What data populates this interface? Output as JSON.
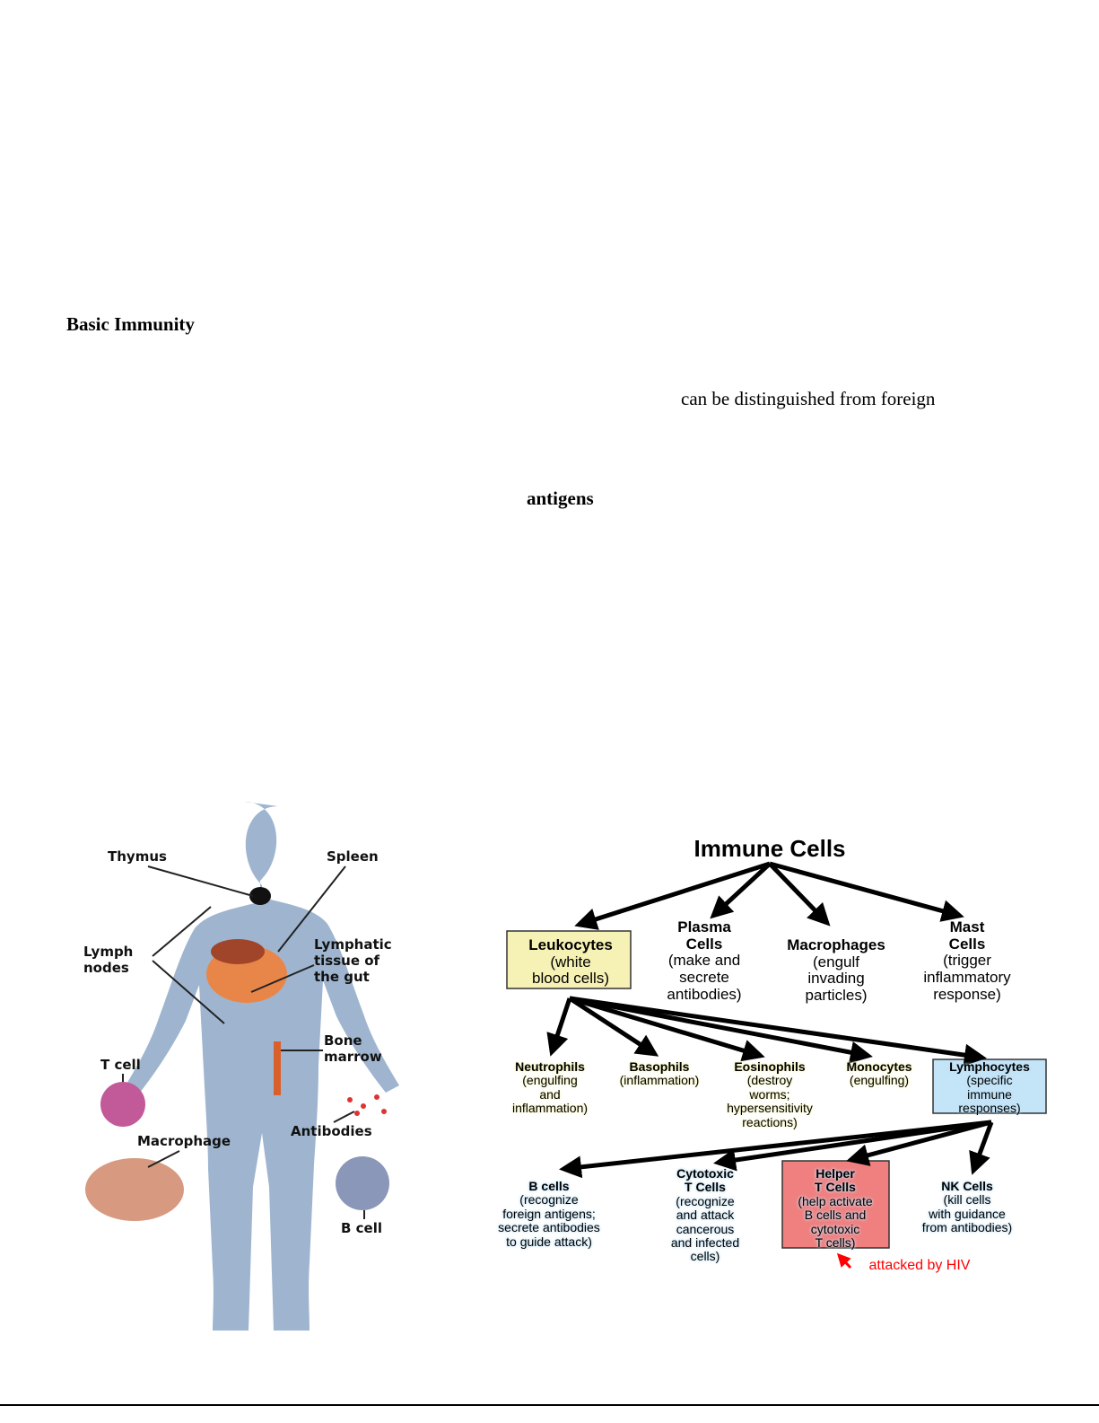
{
  "text": {
    "heading": "Basic Immunity",
    "fragment": "can be distinguished from foreign",
    "antigens": "antigens"
  },
  "body_figure": {
    "labels": {
      "thymus": "Thymus",
      "spleen": "Spleen",
      "lymph_nodes": "Lymph\nnodes",
      "lymphatic_gut": "Lymphatic\ntissue of\nthe gut",
      "bone_marrow": "Bone\nmarrow",
      "t_cell": "T cell",
      "macrophage": "Macrophage",
      "antibodies": "Antibodies",
      "b_cell": "B cell"
    }
  },
  "immune_diagram": {
    "title": "Immune Cells",
    "level1": [
      {
        "name": "Leukocytes",
        "desc": "(white\nblood cells)"
      },
      {
        "name": "Plasma\nCells",
        "desc": "(make and\nsecrete\nantibodies)"
      },
      {
        "name": "Macrophages",
        "desc": "(engulf\ninvading\nparticles)"
      },
      {
        "name": "Mast\nCells",
        "desc": "(trigger\ninflammatory\nresponse)"
      }
    ],
    "level2": [
      {
        "name": "Neutrophils",
        "desc": "(engulfing\nand\ninflammation)"
      },
      {
        "name": "Basophils",
        "desc": "(inflammation)"
      },
      {
        "name": "Eosinophils",
        "desc": "(destroy\nworms;\nhypersensitivity\nreactions)"
      },
      {
        "name": "Monocytes",
        "desc": "(engulfing)"
      },
      {
        "name": "Lymphocytes",
        "desc": "(specific\nimmune\nresponses)"
      }
    ],
    "level3": [
      {
        "name": "B cells",
        "desc": "(recognize\nforeign antigens;\nsecrete antibodies\nto guide attack)"
      },
      {
        "name": "Cytotoxic\nT Cells",
        "desc": "(recognize\nand attack\ncancerous\nand infected\ncells)"
      },
      {
        "name": "Helper\nT Cells",
        "desc": "(help activate\nB cells and\ncytotoxic\nT cells)"
      },
      {
        "name": "NK Cells",
        "desc": "(kill cells\nwith guidance\nfrom antibodies)"
      }
    ],
    "hiv_note": "attacked by HIV",
    "colors": {
      "yellow_box": "#f6f1b4",
      "blue_box": "#c4e4f8",
      "pink_box": "#f08080",
      "hiv": "#ff0000"
    }
  }
}
